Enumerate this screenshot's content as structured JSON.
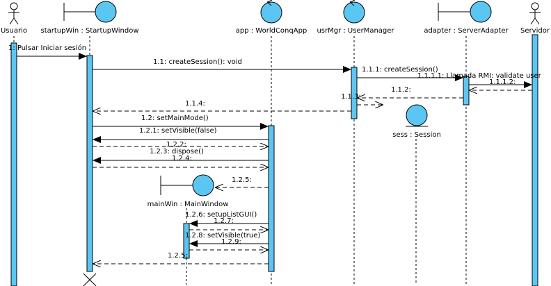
{
  "participants": [
    {
      "id": "usuario",
      "kind": "actor",
      "label": "Usuario"
    },
    {
      "id": "startupWin",
      "kind": "boundary",
      "label": "startupWin : StartupWindow"
    },
    {
      "id": "app",
      "kind": "control",
      "label": "app : WorldConqApp"
    },
    {
      "id": "usrMgr",
      "kind": "control",
      "label": "usrMgr : UserManager"
    },
    {
      "id": "adapter",
      "kind": "boundary",
      "label": "adapter : ServerAdapter"
    },
    {
      "id": "servidor",
      "kind": "actor",
      "label": "Servidor"
    },
    {
      "id": "sess",
      "kind": "entity",
      "label": "sess : Session"
    },
    {
      "id": "mainWin",
      "kind": "boundary",
      "label": "mainWin : MainWindow"
    }
  ],
  "messages": [
    {
      "id": "m1",
      "label": "1: Pulsar Iniciar sesión",
      "type": "sync"
    },
    {
      "id": "m11",
      "label": "1.1: createSession(): void",
      "type": "sync"
    },
    {
      "id": "m111",
      "label": "1.1.1: createSession()",
      "type": "sync"
    },
    {
      "id": "m1111",
      "label": "1.1.1.1: Llamada RMI: validate user",
      "type": "sync"
    },
    {
      "id": "m1112",
      "label": "1.1.1.2:",
      "type": "return"
    },
    {
      "id": "m112",
      "label": "1.1.2:",
      "type": "return"
    },
    {
      "id": "m113",
      "label": "1.1.3:",
      "type": "create"
    },
    {
      "id": "m114",
      "label": "1.1.4:",
      "type": "return"
    },
    {
      "id": "m12",
      "label": "1.2: setMainMode()",
      "type": "sync"
    },
    {
      "id": "m121",
      "label": "1.2.1: setVisible(false)",
      "type": "sync"
    },
    {
      "id": "m122",
      "label": "1.2.2:",
      "type": "return"
    },
    {
      "id": "m123",
      "label": "1.2.3: dispose()",
      "type": "sync"
    },
    {
      "id": "m124",
      "label": "1.2.4:",
      "type": "return"
    },
    {
      "id": "m125",
      "label": "1.2.5:",
      "type": "create"
    },
    {
      "id": "m126",
      "label": "1.2.6: setupListGUI()",
      "type": "sync"
    },
    {
      "id": "m127",
      "label": "1.2.7:",
      "type": "return"
    },
    {
      "id": "m128",
      "label": "1.2.8: setVisible(true)",
      "type": "sync"
    },
    {
      "id": "m129",
      "label": "1.2.9:",
      "type": "return"
    },
    {
      "id": "m125r",
      "label": "1.2.5:",
      "type": "return"
    }
  ]
}
